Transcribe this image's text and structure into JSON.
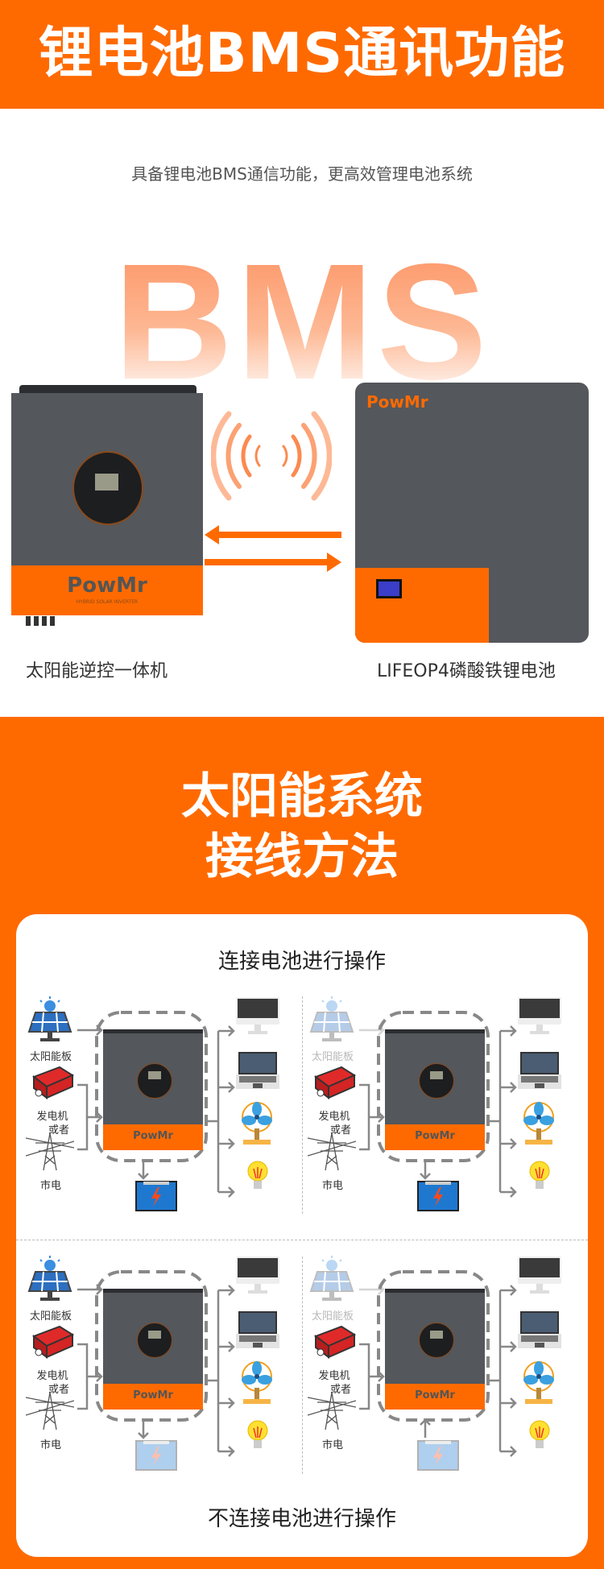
{
  "header": {
    "title": "锂电池BMS通讯功能"
  },
  "intro": {
    "subtitle": "具备锂电池BMS通信功能，更高效管理电池系统",
    "watermark": "BMS"
  },
  "products": {
    "inverter": {
      "caption": "太阳能逆控一体机",
      "brand": "PowMr",
      "model_text": "HYBRID SOLAR INVERTER"
    },
    "battery": {
      "caption": "LIFEOP4磷酸铁锂电池",
      "brand": "PowMr"
    }
  },
  "wiring": {
    "title_line1": "太阳能系统",
    "title_line2": "接线方法",
    "with_battery": "连接电池进行操作",
    "without_battery": "不连接电池进行操作"
  },
  "diagram": {
    "labels": {
      "solar": "太阳能板",
      "generator": "发电机",
      "or": "或者",
      "grid": "市电"
    },
    "brand": "PowMr",
    "panels": [
      {
        "solar_faded": false,
        "battery_faded": false,
        "battery_flow": "down"
      },
      {
        "solar_faded": true,
        "battery_faded": false,
        "battery_flow": "down"
      },
      {
        "solar_faded": false,
        "battery_faded": true,
        "battery_flow": "down"
      },
      {
        "solar_faded": true,
        "battery_faded": true,
        "battery_flow": "up"
      }
    ]
  },
  "colors": {
    "accent": "#ff6a00",
    "device_gray": "#54575b"
  }
}
